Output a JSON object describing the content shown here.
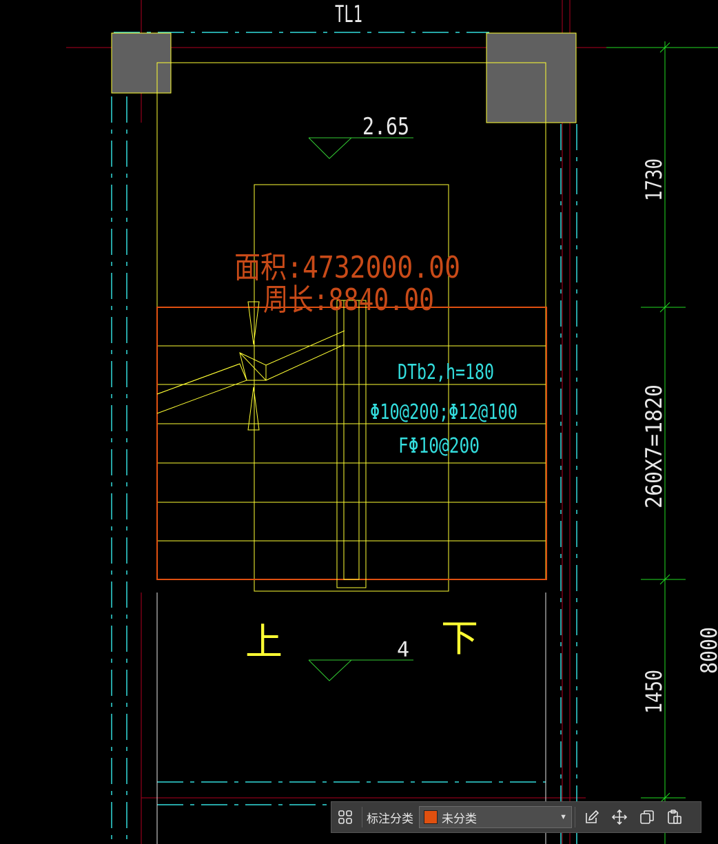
{
  "drawing": {
    "beam_label": "TL1",
    "top_elevation": "2.65",
    "bottom_elevation": "4",
    "area_label": "面积:4732000.00",
    "perimeter_label": "周长:8840.00",
    "slab_name": "DTb2,h=180",
    "rebar_main": "Φ10@200;Φ12@100",
    "rebar_dist": "FΦ10@200",
    "up_label": "上",
    "down_label": "下",
    "dim_top": "1730",
    "dim_middle": "260X7=1820",
    "dim_bottom": "1450",
    "dim_total": "8000"
  },
  "colors": {
    "yellow": "#ffff33",
    "cyan": "#33dddd",
    "red": "#c00020",
    "orange": "#e05010",
    "green": "#22dd22",
    "white": "#e8e8e8",
    "column_fill": "#606060"
  },
  "toolbar": {
    "label": "标注分类",
    "category_value": "未分类",
    "category_color": "#e0500f",
    "icons": [
      "grid-icon",
      "edit-icon",
      "move-icon",
      "copy-icon",
      "paste-icon"
    ]
  }
}
